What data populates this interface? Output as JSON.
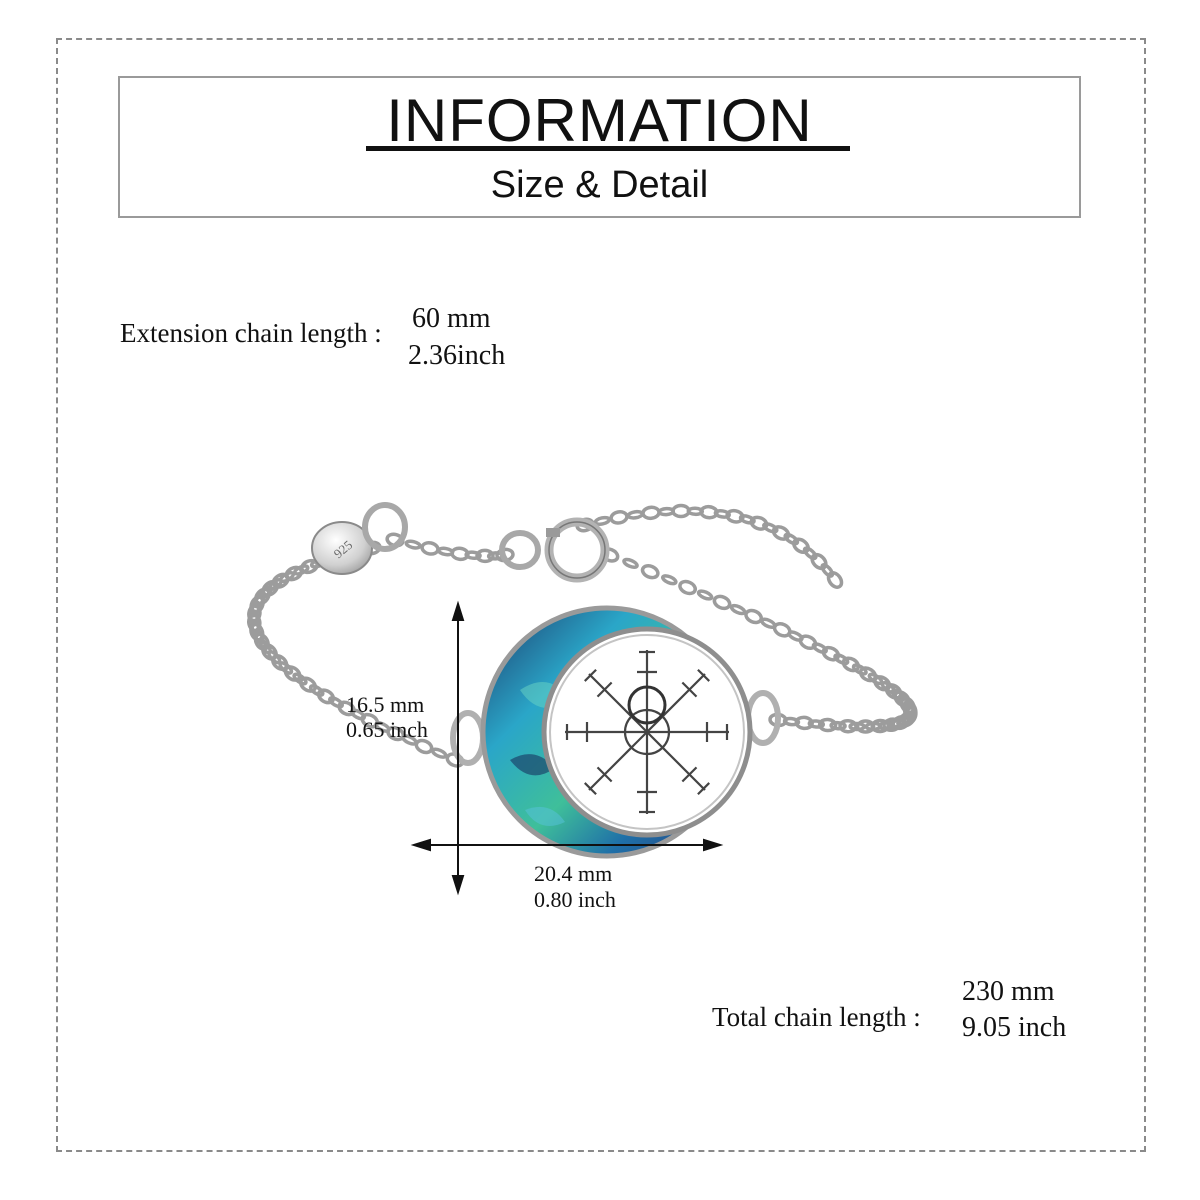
{
  "header": {
    "title": "INFORMATION",
    "subtitle": "Size & Detail"
  },
  "extension_chain": {
    "label": "Extension chain length :",
    "mm": "60 mm",
    "inch": "2.36inch"
  },
  "pendant_height": {
    "mm": "16.5 mm",
    "inch": "0.65 inch"
  },
  "pendant_width": {
    "mm": "20.4 mm",
    "inch": "0.80 inch"
  },
  "total_chain": {
    "label": "Total chain length :",
    "mm": "230 mm",
    "inch": "9.05 inch"
  },
  "tag": {
    "stamp": "925"
  },
  "colors": {
    "abalone_blue": "#2aa6c8",
    "abalone_green": "#3fbf9a",
    "abalone_dark": "#1d3a6b",
    "silver": "#c9c9c9",
    "silver_dark": "#7d7d7d"
  }
}
